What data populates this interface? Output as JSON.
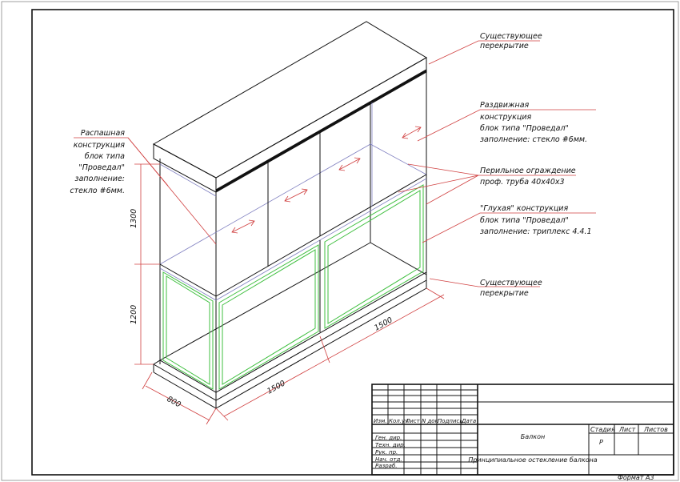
{
  "labels": {
    "slab_top": [
      "Существующее",
      "перекрытие"
    ],
    "sliding": [
      "Раздвижная",
      "конструкция",
      "блок типа \"Проведал\"",
      "заполнение:  стекло #6мм."
    ],
    "railing": [
      "Перильное ограждение",
      "проф. труба 40х40х3"
    ],
    "blind": [
      "\"Глухая\" конструкция",
      "блок типа \"Проведал\"",
      "заполнение:  триплекс 4.4.1"
    ],
    "slab_bottom": [
      "Существующее",
      "перекрытие"
    ],
    "hinged": [
      "Распашная",
      "конструкция",
      "блок типа",
      "\"Проведал\"",
      "заполнение:",
      "стекло #6мм."
    ]
  },
  "dimensions": {
    "upper_height": "1300",
    "lower_height": "1200",
    "depth": "800",
    "width_left": "1500",
    "width_right": "1500"
  },
  "title_block": {
    "headers": [
      "Изм.",
      "Кол.уч",
      "Лист",
      "N док",
      "Подпись",
      "Дата"
    ],
    "roles": [
      "Ген. дир.",
      "Техн. дир.",
      "Рук. пр.",
      "Нач. отд.",
      "Разраб."
    ],
    "object": "Балкон",
    "stage_label": "Стадия",
    "sheet_label": "Лист",
    "sheets_label": "Листов",
    "stage_value": "Р",
    "drawing_title": "Принципиальное остекление балкона",
    "format": "Формат А3"
  }
}
